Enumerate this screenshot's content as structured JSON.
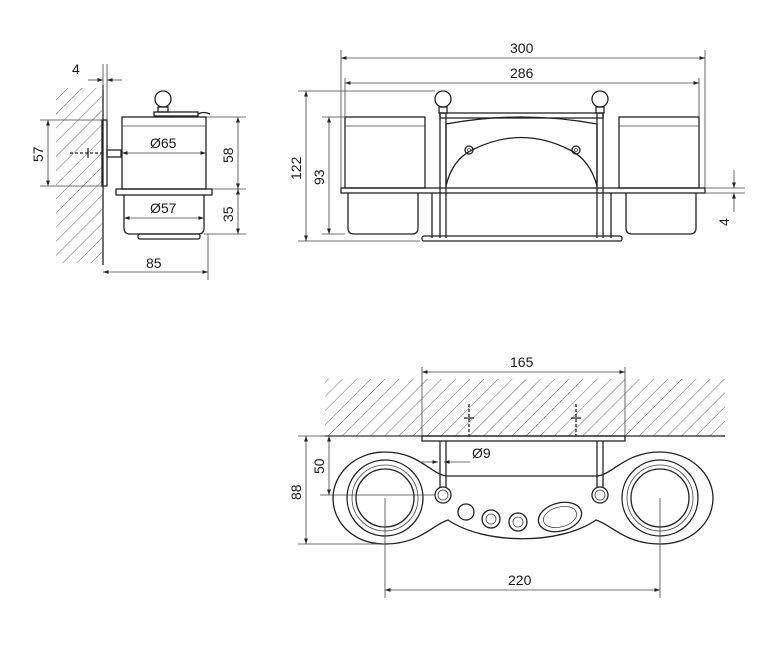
{
  "side_view": {
    "dims": {
      "wall_offset": "4",
      "mount_height": "57",
      "glass_diameter_top": "Ø65",
      "glass_diameter_bottom": "Ø57",
      "glass_height": "58",
      "lower_height": "35",
      "depth": "85"
    }
  },
  "front_view": {
    "dims": {
      "overall_width": "300",
      "inner_width": "286",
      "overall_height": "122",
      "body_height": "93",
      "shelf_thickness": "4"
    }
  },
  "top_view": {
    "dims": {
      "bracket_width": "165",
      "hole_diameter": "Ø9",
      "hole_offset": "50",
      "overall_depth": "88",
      "glass_spacing": "220"
    }
  }
}
